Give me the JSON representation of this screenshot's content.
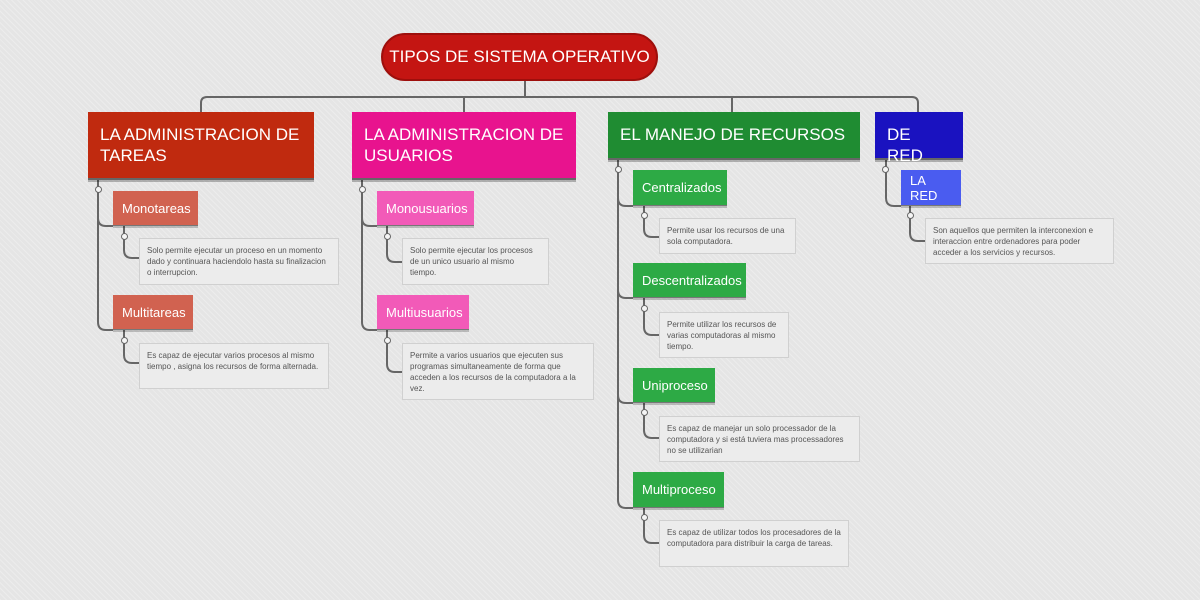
{
  "root": {
    "label": "TIPOS DE SISTEMA OPERATIVO",
    "color": "#c41512"
  },
  "branches": [
    {
      "label": "LA ADMINISTRACION DE TAREAS",
      "color": "#c02a0f",
      "children": [
        {
          "label": "Monotareas",
          "color": "#d16250",
          "note": "Solo permite ejecutar un proceso en un momento dado y continuara haciendolo hasta su finalizacion o interrupcion."
        },
        {
          "label": "Multitareas",
          "color": "#d16250",
          "note": "Es capaz de ejecutar varios procesos al mismo tiempo , asigna los recursos de forma alternada."
        }
      ]
    },
    {
      "label": "LA ADMINISTRACION DE USUARIOS",
      "color": "#e8138e",
      "children": [
        {
          "label": "Monousuarios",
          "color": "#f25ab8",
          "note": "Solo permite ejecutar los procesos de un unico usuario al mismo tiempo."
        },
        {
          "label": "Multiusuarios",
          "color": "#f25ab8",
          "note": "Permite a varios usuarios que ejecuten sus programas simultaneamente de forma que acceden a los recursos de la computadora a la vez."
        }
      ]
    },
    {
      "label": "EL MANEJO DE RECURSOS",
      "color": "#1f8c32",
      "children": [
        {
          "label": "Centralizados",
          "color": "#2daa45",
          "note": "Permite usar los recursos de una sola computadora."
        },
        {
          "label": "Descentralizados",
          "color": "#2daa45",
          "note": "Permite utilizar los recursos de varias computadoras al mismo tiempo."
        },
        {
          "label": "Uniproceso",
          "color": "#2daa45",
          "note": "Es capaz de manejar un solo processador de la computadora y si está tuviera mas processadores no se utilizarian"
        },
        {
          "label": "Multiproceso",
          "color": "#2daa45",
          "note": "Es capaz de utilizar todos los procesadores de la computadora para distribuir la carga de tareas."
        }
      ]
    },
    {
      "label": "DE RED",
      "color": "#1a12c0",
      "children": [
        {
          "label": "LA RED",
          "color": "#4a5cf0",
          "note": "Son aquellos que permiten la interconexion e interaccion entre ordenadores para poder acceder a los servicios y recursos."
        }
      ]
    }
  ]
}
